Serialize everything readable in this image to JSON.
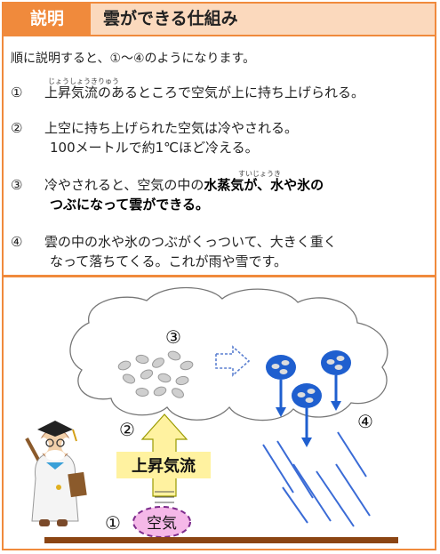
{
  "header": {
    "tag": "説明",
    "title": "雲ができる仕組み"
  },
  "intro": "順に説明すると、①～④のようになります。",
  "items": [
    {
      "num": "①",
      "ruby": "じょうしょうきりゅう",
      "line1": "上昇気流のあるところで空気が上に持ち上げられる。"
    },
    {
      "num": "②",
      "line1": "上空に持ち上げられた空気は冷やされる。",
      "line2": "100メートルで約1℃ほど冷える。"
    },
    {
      "num": "③",
      "ruby": "すいじょうき",
      "line1_pre": "冷やされると、空気の中の",
      "line1_bold": "水蒸気が、水や氷の",
      "line2": "つぶになって雲ができる。"
    },
    {
      "num": "④",
      "line1": "雲の中の水や氷のつぶがくっついて、大きく重く",
      "line2": "なって落ちてくる。これが雨や雪です。"
    }
  ],
  "diagram": {
    "labels": {
      "n1": "①",
      "n2": "②",
      "n3": "③",
      "n4": "④",
      "air": "空気",
      "updraft": "上昇気流"
    },
    "colors": {
      "accent": "#f08a3c",
      "header_bg": "#fbd9bd",
      "drop_blue": "#1f5fcf",
      "rain_blue": "#3a6bd6",
      "arrow_yellow": "#fff2a0",
      "air_pink": "#f5b8e8",
      "ground": "#8b4513"
    }
  }
}
